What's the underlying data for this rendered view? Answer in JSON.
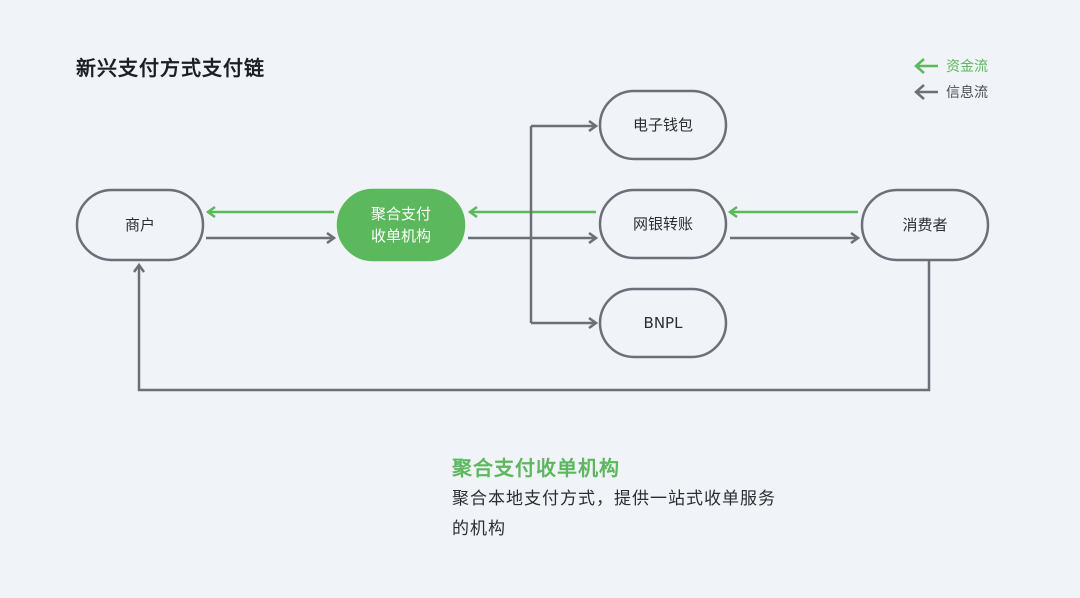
{
  "title": "新兴支付方式支付链",
  "legend": {
    "money_flow": "资金流",
    "info_flow": "信息流"
  },
  "colors": {
    "money_flow": "#5cb85c",
    "info_flow": "#6b6f78",
    "node_border": "#6b6f78",
    "highlight_node": "#5cb85c",
    "background": "#f0f3f7"
  },
  "nodes": {
    "merchant": "商户",
    "aggregator_line1": "聚合支付",
    "aggregator_line2": "收单机构",
    "ewallet": "电子钱包",
    "bank_transfer": "网银转账",
    "bnpl": "BNPL",
    "consumer": "消费者"
  },
  "description": {
    "heading": "聚合支付收单机构",
    "body": "聚合本地支付方式，提供一站式收单服务的机构"
  }
}
